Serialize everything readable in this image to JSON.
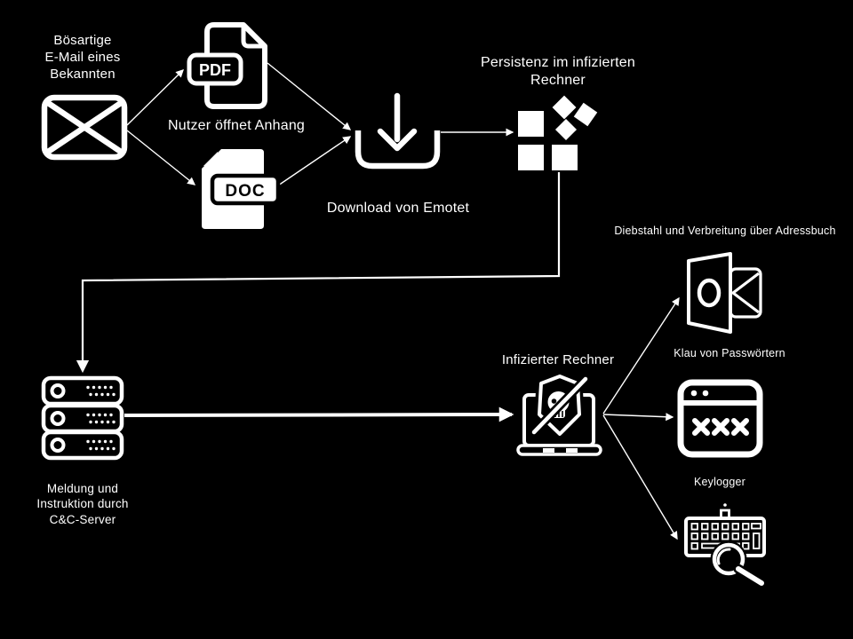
{
  "colors": {
    "background": "#000000",
    "foreground": "#ffffff"
  },
  "nodes": {
    "malicious_email": {
      "lines": [
        "Bösartige",
        "E-Mail eines",
        "Bekannten"
      ],
      "icon": "email-envelope-icon"
    },
    "pdf_attachment": {
      "badge": "PDF",
      "icon": "pdf-file-icon"
    },
    "doc_attachment": {
      "badge": "DOC",
      "icon": "doc-file-icon"
    },
    "open_attachment": {
      "label": "Nutzer öffnet Anhang"
    },
    "download_emotet": {
      "label": "Download von Emotet",
      "icon": "download-icon"
    },
    "persistence": {
      "lines": [
        "Persistenz im infizierten",
        "Rechner"
      ],
      "icon": "app-fragments-icon"
    },
    "cc_server": {
      "lines": [
        "Meldung und",
        "Instruktion durch",
        "C&C-Server"
      ],
      "icon": "server-stack-icon"
    },
    "infected_computer": {
      "label": "Infizierter Rechner",
      "icon": "infected-laptop-icon"
    },
    "address_book_theft": {
      "label": "Diebstahl und Verbreitung über Adressbuch",
      "icon": "outlook-icon"
    },
    "password_theft": {
      "label": "Klau von Passwörtern",
      "icon": "password-window-icon"
    },
    "keylogger": {
      "label": "Keylogger",
      "icon": "keyboard-magnifier-icon"
    }
  }
}
